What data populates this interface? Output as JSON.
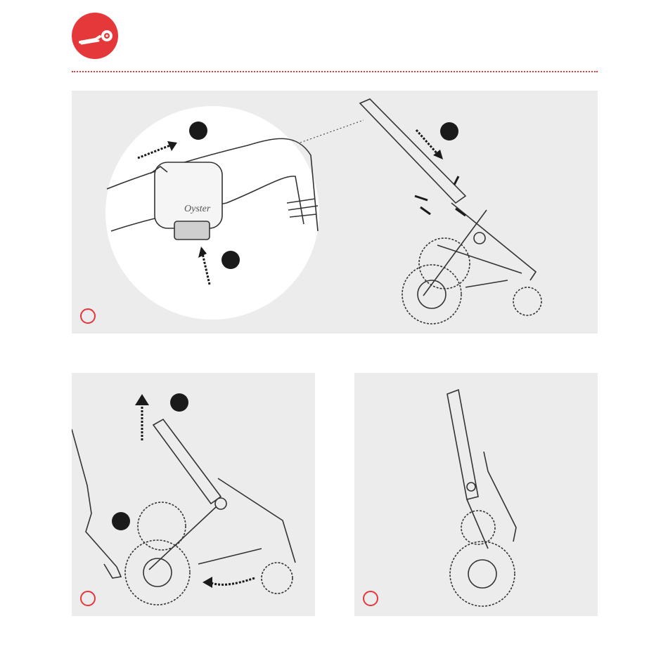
{
  "header": {
    "icon": "stroller-fold-icon",
    "accent_color": "#e5383b"
  },
  "panels": [
    {
      "id": "step-1",
      "step_label": "",
      "callouts": [
        "",
        "",
        ""
      ],
      "brand_text": "Oyster"
    },
    {
      "id": "step-2",
      "step_label": "",
      "callouts": [
        "",
        ""
      ]
    },
    {
      "id": "step-3",
      "step_label": ""
    }
  ],
  "colors": {
    "panel_bg": "#ebeceb",
    "accent": "#e5383b",
    "callout": "#1a1a1a"
  }
}
